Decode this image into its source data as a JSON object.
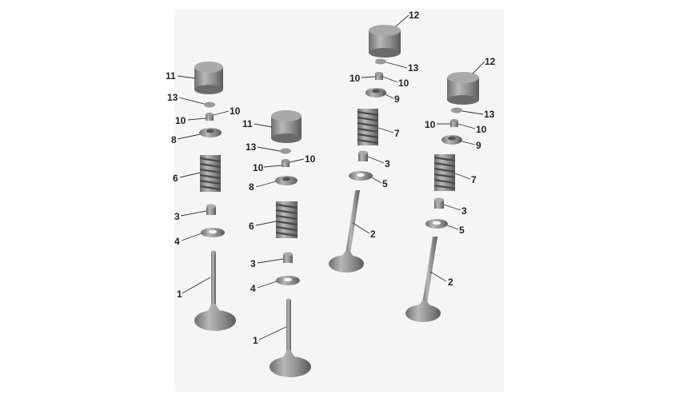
{
  "diagram": {
    "callouts": [
      {
        "text": "11"
      },
      {
        "text": "13"
      },
      {
        "text": "10"
      },
      {
        "text": "10"
      },
      {
        "text": "8"
      },
      {
        "text": "6"
      },
      {
        "text": "3"
      },
      {
        "text": "4"
      },
      {
        "text": "1"
      },
      {
        "text": "11"
      },
      {
        "text": "13"
      },
      {
        "text": "10"
      },
      {
        "text": "10"
      },
      {
        "text": "8"
      },
      {
        "text": "6"
      },
      {
        "text": "3"
      },
      {
        "text": "4"
      },
      {
        "text": "1"
      },
      {
        "text": "12"
      },
      {
        "text": "13"
      },
      {
        "text": "10"
      },
      {
        "text": "10"
      },
      {
        "text": "9"
      },
      {
        "text": "7"
      },
      {
        "text": "3"
      },
      {
        "text": "5"
      },
      {
        "text": "2"
      },
      {
        "text": "12"
      },
      {
        "text": "13"
      },
      {
        "text": "10"
      },
      {
        "text": "10"
      },
      {
        "text": "9"
      },
      {
        "text": "7"
      },
      {
        "text": "3"
      },
      {
        "text": "5"
      },
      {
        "text": "2"
      }
    ]
  }
}
